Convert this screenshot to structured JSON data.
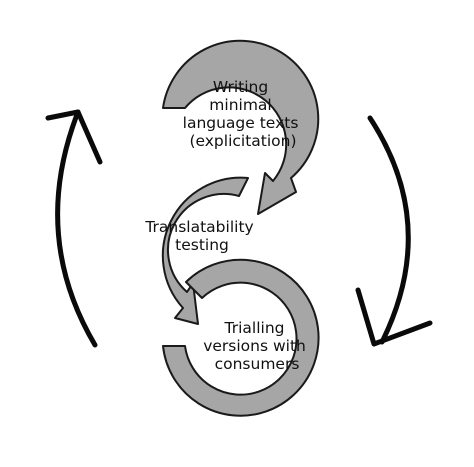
{
  "stages": [
    {
      "lines": [
        "Writing",
        "minimal",
        "language texts",
        "(explicitation)"
      ]
    },
    {
      "lines": [
        "Translatability",
        "testing"
      ]
    },
    {
      "lines": [
        "Trialling",
        "versions with",
        "consumers"
      ]
    }
  ],
  "colors": {
    "ring_fill": "#a6a6a6",
    "ring_stroke": "#1a1a1a",
    "outer_arrow": "#0a0a0a",
    "background": "#ffffff"
  }
}
